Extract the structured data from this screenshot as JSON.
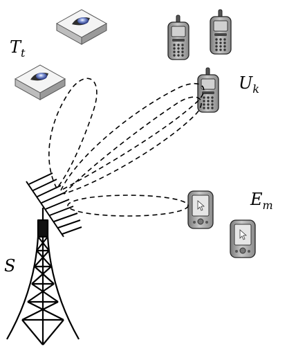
{
  "labels": {
    "target": "T",
    "target_sub": "t",
    "user": "U",
    "user_sub": "k",
    "eavesdropper": "E",
    "eavesdropper_sub": "m",
    "base_station": "S"
  },
  "icons": {
    "target": "radar-target-icon",
    "user": "mobile-phone-icon",
    "eavesdropper": "pda-device-icon",
    "base_station": "transmission-tower-icon",
    "antenna": "antenna-array-icon"
  },
  "colors": {
    "line": "#000000",
    "device_body": "#9a9a9a",
    "device_dark": "#4a4a4a",
    "target_top": "#f2f2f2",
    "target_side": "#b0b0b0",
    "target_eye": "#3a4fa0"
  }
}
